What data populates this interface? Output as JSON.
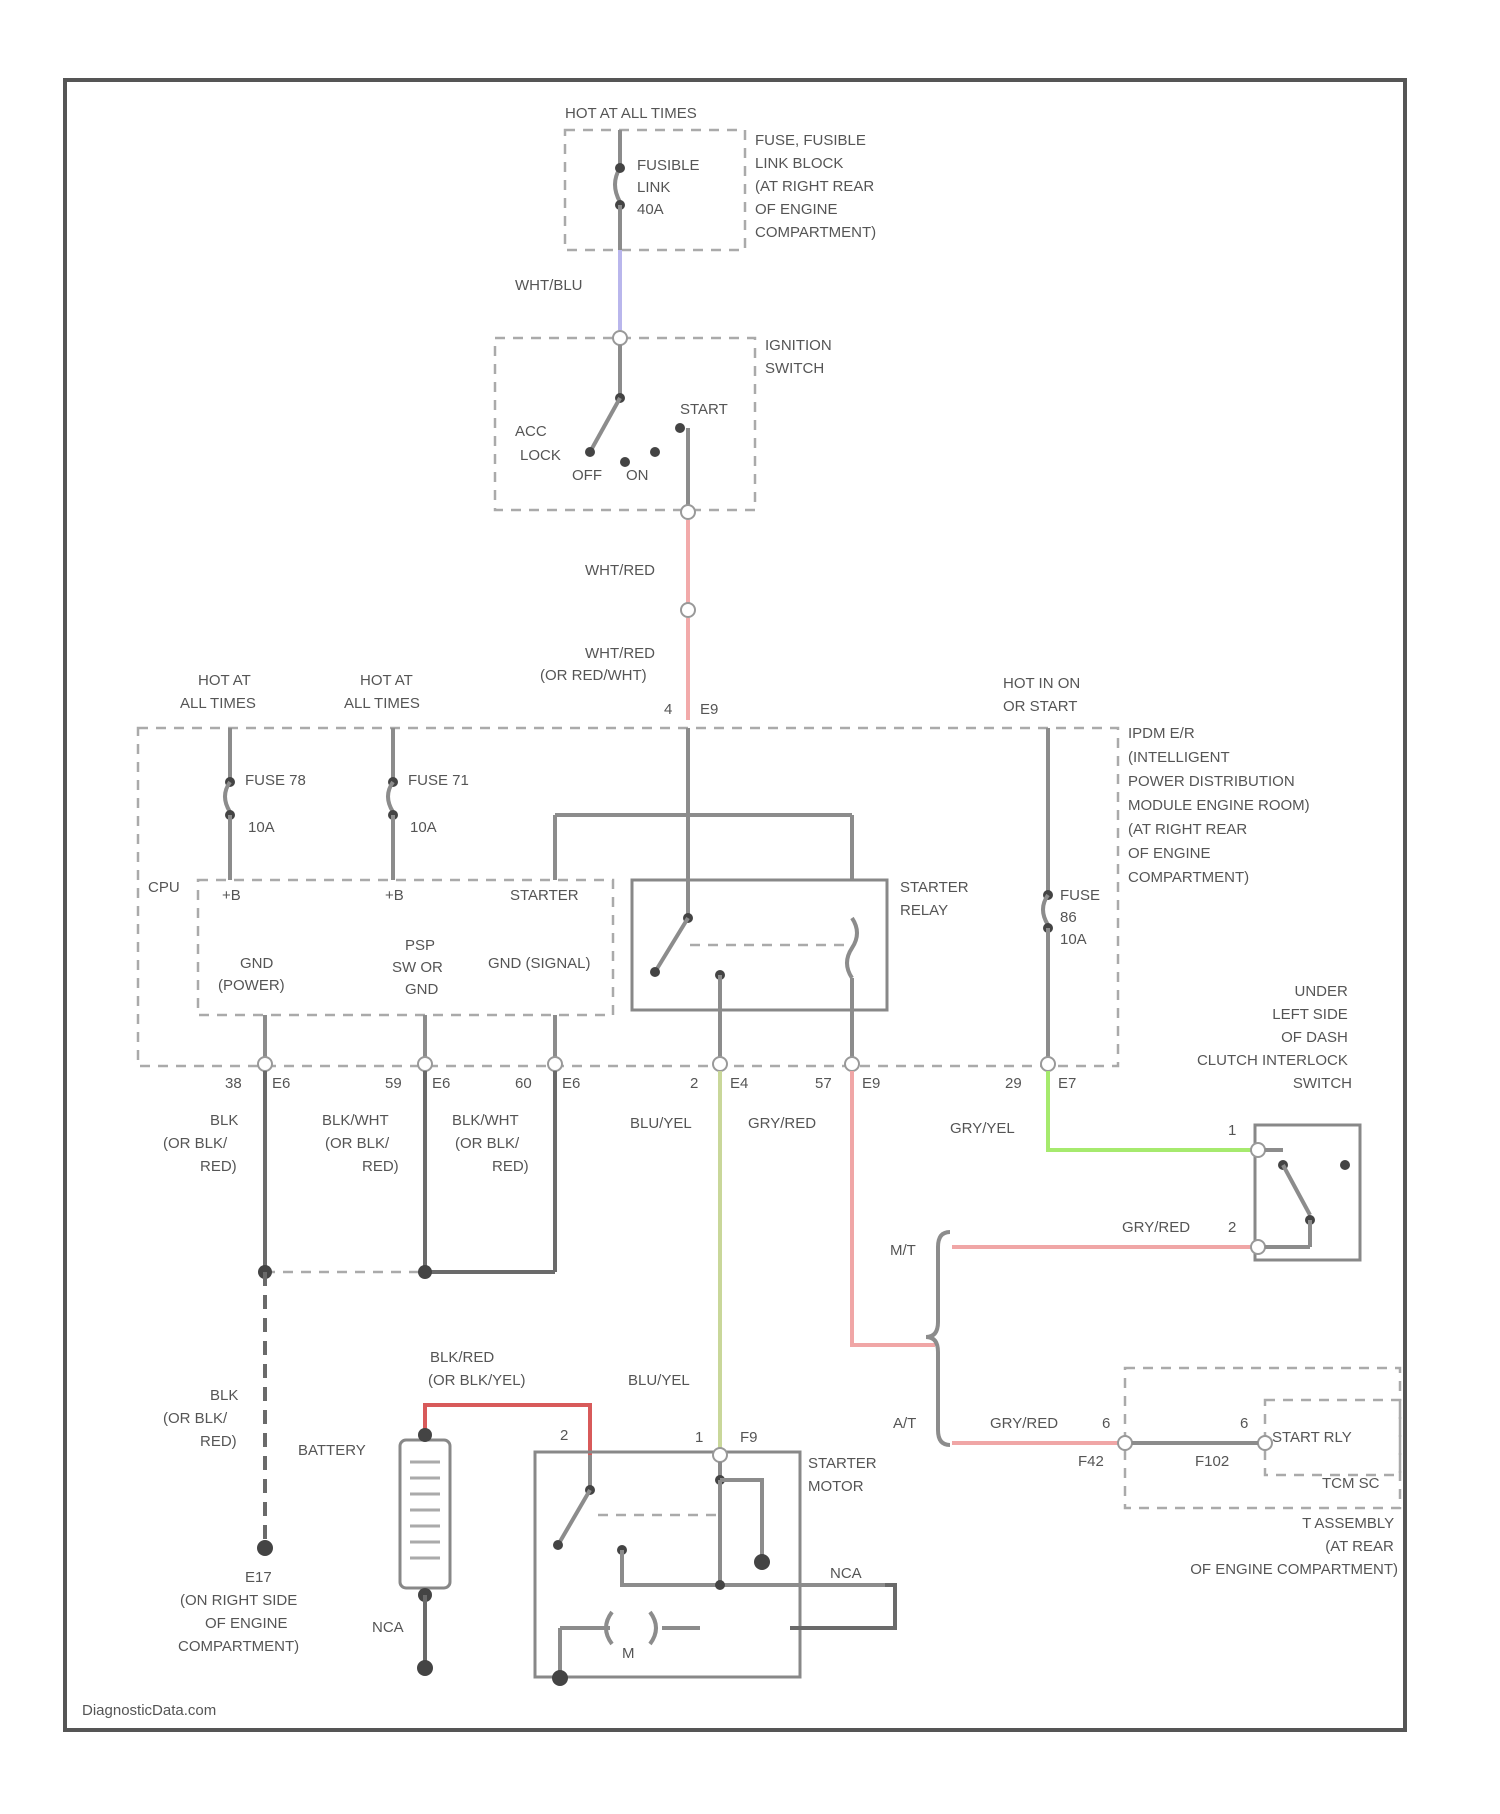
{
  "watermark": "DiagnosticData.com",
  "wire_colors": {
    "wht_blu": "#b9b6ec",
    "wht_red": "#f2aaaa",
    "blu_yel": "#c9d79a",
    "gry_red": "#f0a6a6",
    "gry_yel": "#a6ea6e",
    "blk_red": "#d85a5a",
    "ground": "#8c8c8c"
  },
  "labels": {
    "hot_at_all_times_top": "HOT AT ALL TIMES",
    "fuse_block": [
      "FUSE, FUSIBLE",
      "LINK BLOCK",
      "(AT RIGHT REAR",
      "OF ENGINE",
      "COMPARTMENT)"
    ],
    "fusible_link": [
      "FUSIBLE",
      "LINK",
      "40A"
    ],
    "wire_wht_blu": "WHT/BLU",
    "ignition_switch": [
      "IGNITION",
      "SWITCH"
    ],
    "acc": "ACC",
    "lock": "LOCK",
    "off": "OFF",
    "on": "ON",
    "start": "START",
    "wire_wht_red_1": "WHT/RED",
    "wire_wht_red_2": [
      "WHT/RED",
      "(OR RED/WHT)"
    ],
    "hot_all_1": [
      "HOT AT",
      "ALL TIMES"
    ],
    "hot_all_2": [
      "HOT AT",
      "ALL TIMES"
    ],
    "hot_in_on": [
      "HOT IN ON",
      "OR START"
    ],
    "ipdm": [
      "IPDM E/R",
      "(INTELLIGENT",
      "POWER DISTRIBUTION",
      "MODULE ENGINE ROOM)",
      "(AT RIGHT REAR",
      "OF ENGINE",
      "COMPARTMENT)"
    ],
    "fuse_78": "FUSE 78",
    "fuse_78_amp": "10A",
    "fuse_71": "FUSE 71",
    "fuse_71_amp": "10A",
    "cpu": "CPU",
    "plus_b_1": "+B",
    "plus_b_2": "+B",
    "starter_int": "STARTER",
    "gnd_power": [
      "GND",
      "(POWER)"
    ],
    "psp": [
      "PSP",
      "SW OR",
      "GND"
    ],
    "gnd_signal": "GND (SIGNAL)",
    "starter_relay": [
      "STARTER",
      "RELAY"
    ],
    "fuse_86": [
      "FUSE",
      "86",
      "10A"
    ],
    "term_e9_top": "E9",
    "term_e9_top_pin": "4",
    "term_e6_a": "E6",
    "term_e6_a_pin": "38",
    "term_e6_b": "E6",
    "term_e6_b_pin": "59",
    "term_e6_c": "E6",
    "term_e6_c_pin": "60",
    "term_e4": "E4",
    "term_e4_pin": "2",
    "term_e9_b": "E9",
    "term_e9_b_pin": "57",
    "term_e7": "E7",
    "term_e7_pin": "29",
    "wire_blk_1": [
      "BLK",
      "(OR BLK/",
      "RED)"
    ],
    "wire_blkwht_1": [
      "BLK/WHT",
      "(OR BLK/",
      "RED)"
    ],
    "wire_blkwht_2": [
      "BLK/WHT",
      "(OR BLK/",
      "RED)"
    ],
    "wire_blu_yel_top": "BLU/YEL",
    "wire_gry_red_top": "GRY/RED",
    "wire_gry_yel": "GRY/YEL",
    "clutch_switch": [
      "UNDER",
      "LEFT SIDE",
      "OF DASH",
      "CLUTCH INTERLOCK",
      "SWITCH"
    ],
    "clutch_pin1": "1",
    "clutch_pin2": "2",
    "wire_gry_red_mt": "GRY/RED",
    "mt": "M/T",
    "at": "A/T",
    "wire_blk_2": [
      "BLK",
      "(OR BLK/",
      "RED)"
    ],
    "ground_e17": [
      "E17",
      "(ON RIGHT SIDE",
      "OF ENGINE",
      "COMPARTMENT)"
    ],
    "wire_blk_red": [
      "BLK/RED",
      "(OR BLK/YEL)"
    ],
    "battery": "BATTERY",
    "battery_pin": "2",
    "wire_blu_yel_bottom": "BLU/YEL",
    "starter_motor": [
      "STARTER",
      "MOTOR"
    ],
    "term_f9": "F9",
    "term_f9_pin": "1",
    "nca_1": "NCA",
    "nca_2": "NCA",
    "motor_m": "M",
    "wire_gry_red_at": "GRY/RED",
    "tcm_pin_a": "6",
    "tcm_pin_b": "6",
    "f42": "F42",
    "f102": "F102",
    "start_rly": "START RLY",
    "tcm_sc": "TCM SC",
    "tcm_assembly": [
      "T ASSEMBLY",
      "(AT REAR",
      "OF ENGINE COMPARTMENT)"
    ]
  }
}
